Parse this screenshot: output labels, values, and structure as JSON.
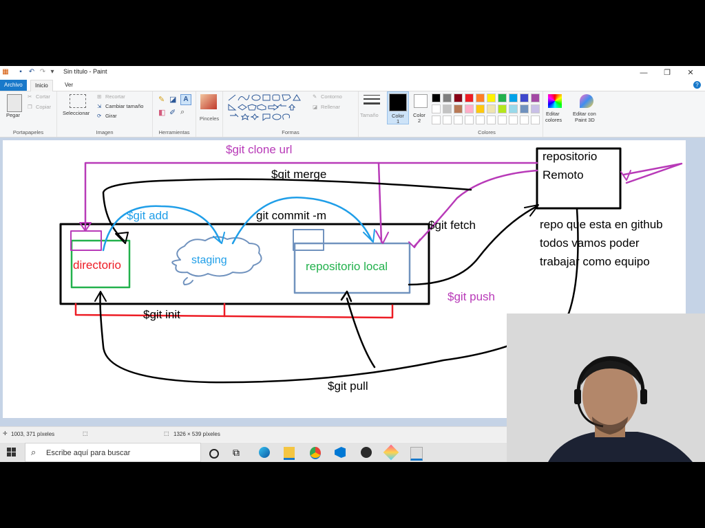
{
  "window": {
    "title": "Sin título - Paint",
    "controls": {
      "minimize": "—",
      "maximize": "❐",
      "close": "✕"
    }
  },
  "menu": {
    "file": "Archivo",
    "home": "Inicio",
    "view": "Ver",
    "help": "?"
  },
  "ribbon": {
    "clipboard": {
      "label": "Portapapeles",
      "paste": "Pegar",
      "cut": "Cortar",
      "copy": "Copiar"
    },
    "image": {
      "label": "Imagen",
      "select": "Seleccionar",
      "crop": "Recortar",
      "resize": "Cambiar tamaño",
      "rotate": "Girar"
    },
    "tools": {
      "label": "Herramientas"
    },
    "brushes": {
      "label": "Pinceles"
    },
    "shapes": {
      "label": "Formas",
      "outline": "Contorno",
      "fill": "Rellenar"
    },
    "size": {
      "label": "Tamaño"
    },
    "color1": {
      "label": "Color",
      "num": "1"
    },
    "color2": {
      "label": "Color",
      "num": "2"
    },
    "colors": {
      "label": "Colores",
      "row1": [
        "#000000",
        "#7f7f7f",
        "#880015",
        "#ed1c24",
        "#ff7f27",
        "#fff200",
        "#22b14c",
        "#00a2e8",
        "#3f48cc",
        "#a349a4"
      ],
      "row2": [
        "#ffffff",
        "#c3c3c3",
        "#b97a57",
        "#ffaec9",
        "#ffc90e",
        "#efe4b0",
        "#b5e61d",
        "#99d9ea",
        "#7092be",
        "#c8bfe7"
      ]
    },
    "edit_colors": {
      "line1": "Editar",
      "line2": "colores"
    },
    "paint3d": {
      "line1": "Editar con",
      "line2": "Paint 3D"
    }
  },
  "drawing": {
    "clone": "$git clone url",
    "merge": "$git merge",
    "add": "$git add",
    "commit": "git commit -m",
    "fetch": "$git fetch",
    "push": "$git push",
    "init": "$git init",
    "pull": "$git pull",
    "directorio": "directorio",
    "staging": "staging",
    "local": "repositorio local",
    "remote_line1": "repositorio",
    "remote_line2": "Remoto",
    "note_line1": "repo que esta en github",
    "note_line2": "todos vamos poder",
    "note_line3": "trabajar como equipo"
  },
  "status": {
    "cursor": "1003, 371 píxeles",
    "size": "1326 × 539 píxeles"
  },
  "taskbar": {
    "search_placeholder": "Escribe aquí para buscar"
  }
}
